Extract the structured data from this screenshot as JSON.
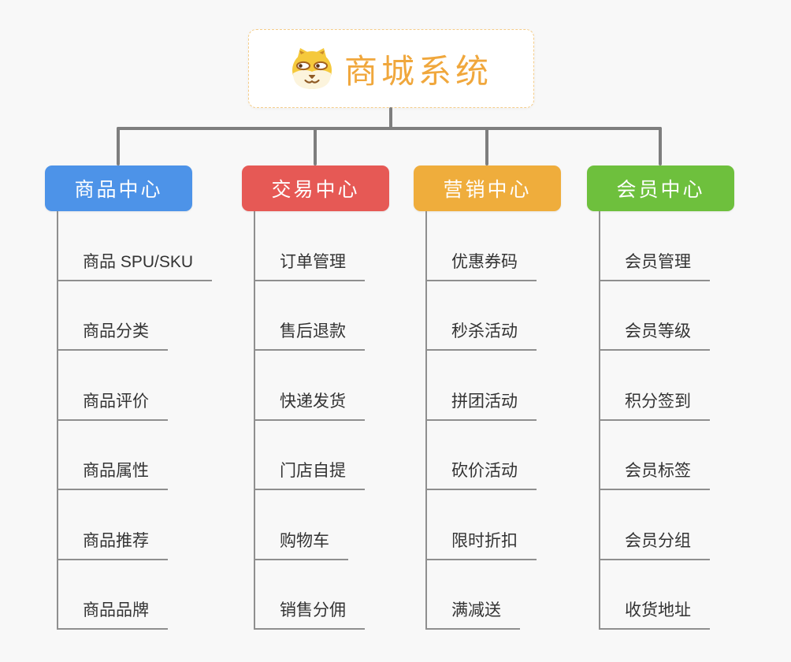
{
  "root": {
    "label": "商城系统",
    "icon": "shiba-dog-icon",
    "text_color": "#F0A73C",
    "border_color": "#F5CD8A"
  },
  "connector_color": "#7E7E7E",
  "branches": [
    {
      "label": "商品中心",
      "color": "#4D93E8",
      "items": [
        "商品 SPU/SKU",
        "商品分类",
        "商品评价",
        "商品属性",
        "商品推荐",
        "商品品牌"
      ]
    },
    {
      "label": "交易中心",
      "color": "#E65955",
      "items": [
        "订单管理",
        "售后退款",
        "快递发货",
        "门店自提",
        "购物车",
        "销售分佣"
      ]
    },
    {
      "label": "营销中心",
      "color": "#EFAD3C",
      "items": [
        "优惠券码",
        "秒杀活动",
        "拼团活动",
        "砍价活动",
        "限时折扣",
        "满减送"
      ]
    },
    {
      "label": "会员中心",
      "color": "#6EC03D",
      "items": [
        "会员管理",
        "会员等级",
        "积分签到",
        "会员标签",
        "会员分组",
        "收货地址"
      ]
    }
  ]
}
